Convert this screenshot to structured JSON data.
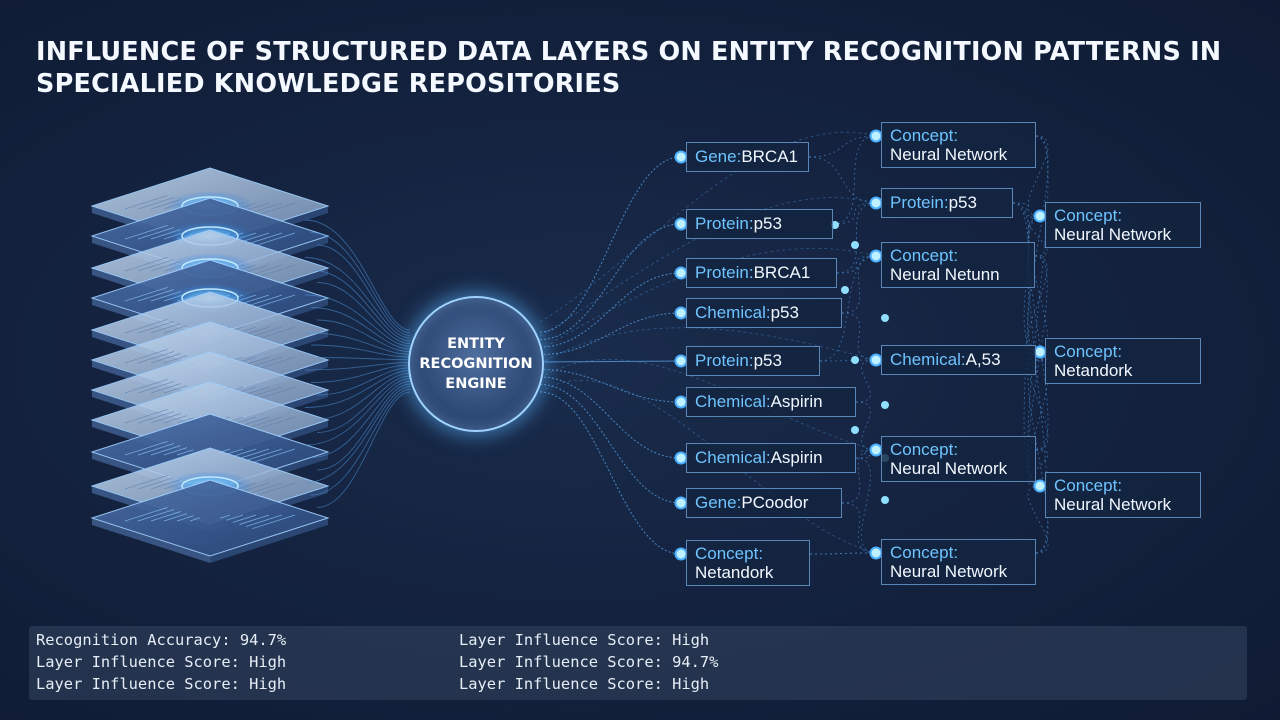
{
  "title": "INFLUENCE OF STRUCTURED DATA LAYERS ON ENTITY RECOGNITION PATTERNS IN SPECIALIED KNOWLEDGE REPOSITORIES",
  "engine": {
    "label": "ENTITY\nRECOGNITION\nENGINE"
  },
  "nodes": {
    "c1": [
      {
        "type": "Gene:",
        "name": "BRCA1"
      },
      {
        "type": "Protein:",
        "name": "p53"
      },
      {
        "type": "Protein:",
        "name": "BRCA1"
      },
      {
        "type": "Chemical:",
        "name": "p53"
      },
      {
        "type": "Protein:",
        "name": "p53"
      },
      {
        "type": "Chemical:",
        "name": "Aspirin"
      },
      {
        "type": "Chemical:",
        "name": "Aspirin"
      },
      {
        "type": "Gene:",
        "name": "PCoodor"
      },
      {
        "type": "Concept:",
        "name": "Netandork"
      }
    ],
    "c2": [
      {
        "type": "Concept:",
        "name": "Neural Network"
      },
      {
        "type": "Protein:",
        "name": "p53"
      },
      {
        "type": "Concept:",
        "name": "Neural Netunn"
      },
      {
        "type": "Chemical:",
        "name": "A,53"
      },
      {
        "type": "Concept:",
        "name": "Neural Network"
      },
      {
        "type": "Concept:",
        "name": "Neural Network"
      }
    ],
    "c3": [
      {
        "type": "Concept:",
        "name": "Neural Network"
      },
      {
        "type": "Concept:",
        "name": "Netandork"
      },
      {
        "type": "Concept:",
        "name": "Neural Network"
      }
    ]
  },
  "stats": {
    "left": [
      "Recognition Accuracy: 94.7%",
      "Layer Influence Score: High",
      "Layer Influence Score: High"
    ],
    "right": [
      "Layer Influence Score: High",
      "Layer Influence Score: 94.7%",
      "Layer Influence Score: High"
    ]
  },
  "colors": {
    "accent": "#6fc3ff",
    "glow": "#8fe0ff",
    "node_border": "#5a86b8",
    "line": "#4f93d8"
  }
}
